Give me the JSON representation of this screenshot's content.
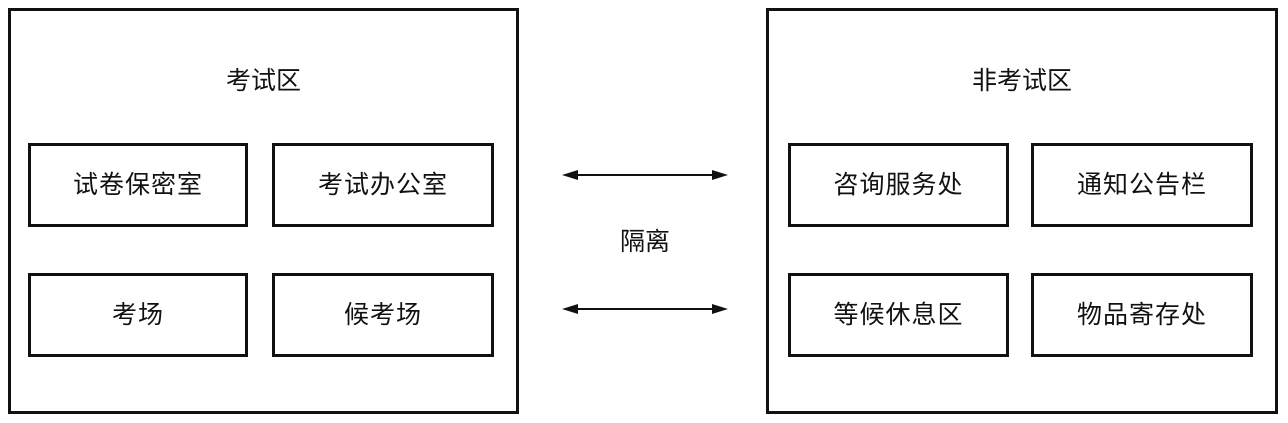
{
  "exam_zone": {
    "title": "考试区",
    "rooms": [
      "试卷保密室",
      "考试办公室",
      "考场",
      "候考场"
    ]
  },
  "non_exam_zone": {
    "title": "非考试区",
    "rooms": [
      "咨询服务处",
      "通知公告栏",
      "等候休息区",
      "物品寄存处"
    ]
  },
  "separation": {
    "label": "隔离"
  },
  "colors": {
    "line": "#111111",
    "background": "#ffffff"
  }
}
